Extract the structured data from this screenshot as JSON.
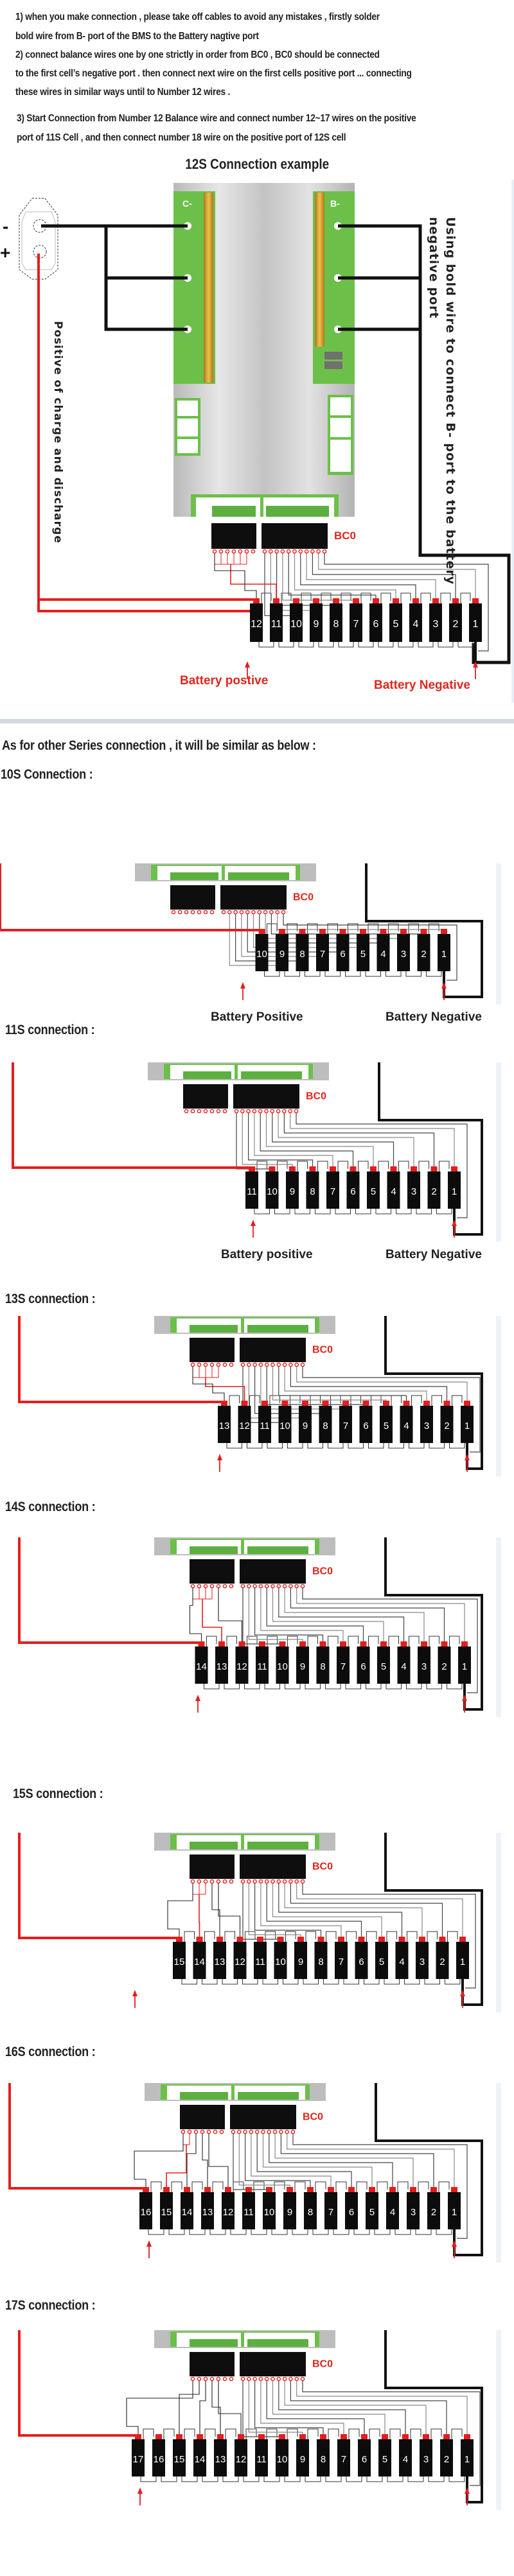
{
  "instructions": [
    "1)  when you make connection , please take off cables  to avoid any mistakes , firstly solder",
    "bold wire from B- port of the BMS to the Battery nagtive port",
    "2)  connect balance wires one by one strictly in order from BC0 , BC0 should be connected",
    "to the first cell’s negative port . then connect next wire on the first cells positive port ... connecting",
    "these wires in similar ways until to Number 12 wires .",
    "3) Start Connection from Number 12 Balance wire and connect number 12~17 wires on the positive",
    "port of  11S Cell , and then connect number 18 wire on the positive port of 12S cell"
  ],
  "main_example": {
    "title": "12S Connection example",
    "cells": 12,
    "bms_labels": {
      "c_minus": "C-",
      "b_minus": "B-",
      "bc0": "BC0"
    },
    "connector_signs": {
      "minus": "-",
      "plus": "+"
    },
    "left_vertical_label": "Positive of charge and discharge",
    "right_vertical_label_line1": "Using bold wire to connect B- port to the battery",
    "right_vertical_label_line2": "negative port",
    "battery_positive_label": "Battery postive",
    "battery_negative_label": "Battery Negative"
  },
  "other_intro": "As for other Series connection , it will be similar as below :",
  "colors": {
    "wire_red": "#e41e1e",
    "wire_black": "#111111",
    "pcb_green": "#6cc04a",
    "label_red": "#e0261c",
    "heatsink": "#c9c9c9"
  },
  "sections": [
    {
      "title": "10S Connection :",
      "cells": 10,
      "bc0": "BC0",
      "pos_label": "Battery Positive",
      "neg_label": "Battery Negative"
    },
    {
      "title": "11S connection :",
      "cells": 11,
      "bc0": "BC0",
      "pos_label": "Battery positive",
      "neg_label": "Battery Negative"
    },
    {
      "title": "13S connection :",
      "cells": 13,
      "bc0": "BC0",
      "pos_label": "",
      "neg_label": ""
    },
    {
      "title": "14S connection :",
      "cells": 14,
      "bc0": "BC0",
      "pos_label": "",
      "neg_label": ""
    },
    {
      "title": "15S connection :",
      "cells": 15,
      "bc0": "BC0",
      "pos_label": "",
      "neg_label": ""
    },
    {
      "title": "16S connection :",
      "cells": 16,
      "bc0": "BC0",
      "pos_label": "",
      "neg_label": ""
    },
    {
      "title": "17S connection :",
      "cells": 17,
      "bc0": "BC0",
      "pos_label": "",
      "neg_label": ""
    }
  ]
}
